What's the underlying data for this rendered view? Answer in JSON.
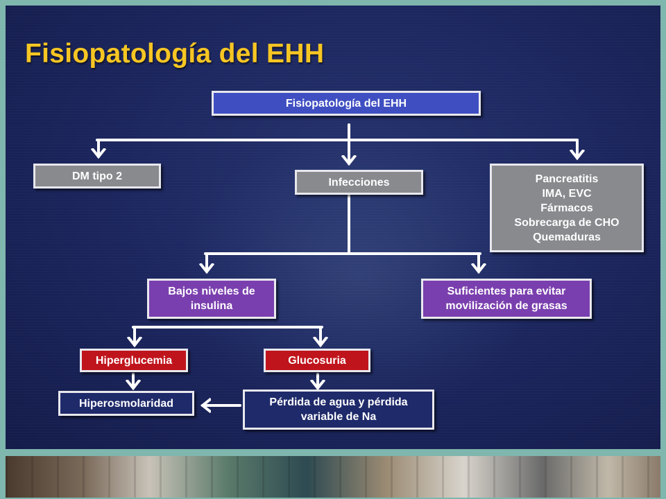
{
  "slide": {
    "title": "Fisiopatología del EHH"
  },
  "diagram": {
    "root": "Fisiopatología del EHH",
    "causes": {
      "dm": "DM tipo 2",
      "infecciones": "Infecciones",
      "otros": [
        "Pancreatitis",
        "IMA, EVC",
        "Fármacos",
        "Sobrecarga de CHO",
        "Quemaduras"
      ]
    },
    "bajos_insulina": [
      "Bajos niveles de",
      "insulina"
    ],
    "suficientes": [
      "Suficientes para evitar",
      "movilización de grasas"
    ],
    "hiperglucemia": "Hiperglucemia",
    "glucosuria": "Glucosuria",
    "hiperosmolaridad": "Hiperosmolaridad",
    "perdida": [
      "Pérdida de agua y pérdida",
      "variable de Na"
    ]
  },
  "colors": {
    "title": "#f7c623",
    "root_box": "#3f4fc2",
    "cause_box": "#888a8e",
    "insulin_box": "#7a3fae",
    "red_box": "#c0141c",
    "navy_box": "#1f2a6a"
  }
}
